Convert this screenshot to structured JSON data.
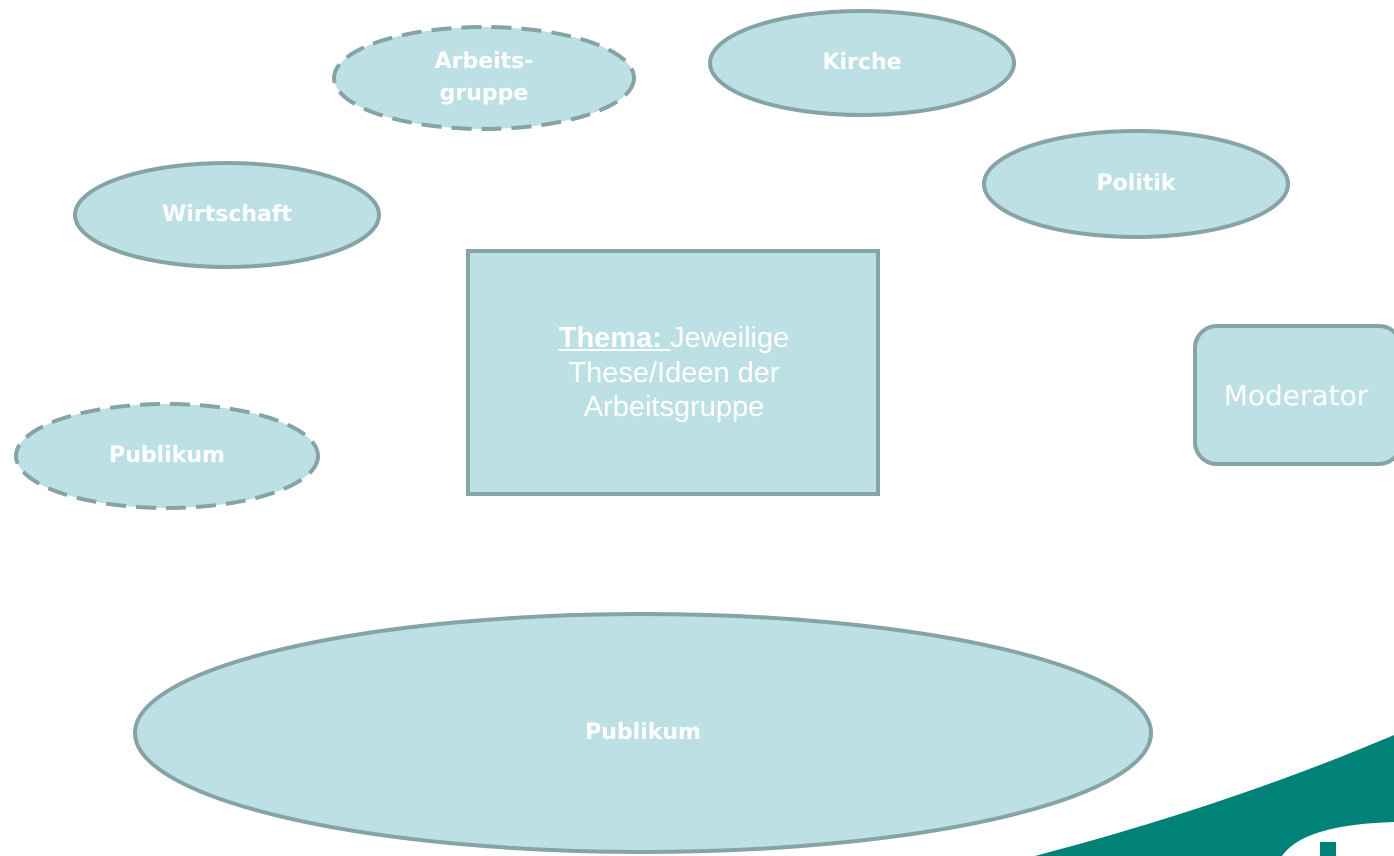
{
  "colors": {
    "shape_fill": "#bce0e3",
    "shape_stroke": "#86a3a5",
    "label_text": "#ffffff",
    "logo_teal": "#008278"
  },
  "stakeholders": {
    "arbeitsgruppe": "Arbeits-\ngruppe",
    "kirche": "Kirche",
    "politik": "Politik",
    "wirtschaft": "Wirtschaft",
    "publikum_small": "Publikum"
  },
  "topic": {
    "key": "Thema: ",
    "line1": "Jeweilige",
    "line2": "These/Ideen der",
    "line3": "Arbeitsgruppe"
  },
  "moderator": "Moderator",
  "audience": "Publikum",
  "logo": {
    "icon": "logo-corner-icon"
  }
}
